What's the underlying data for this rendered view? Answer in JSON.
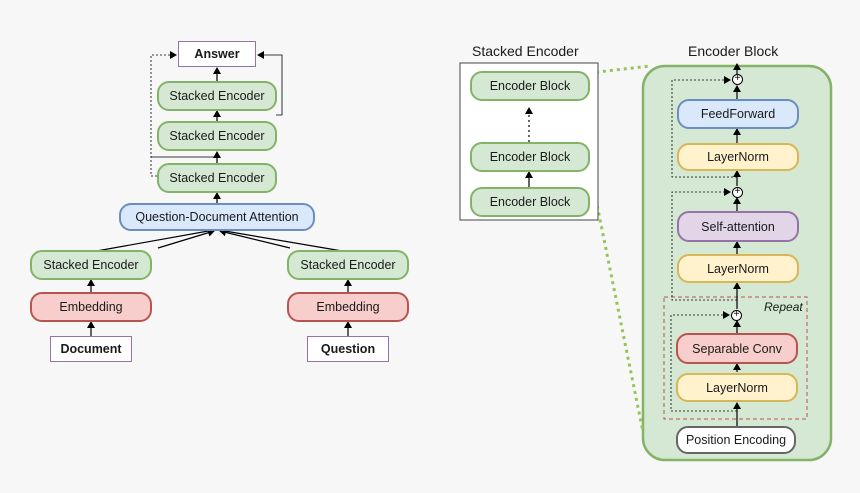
{
  "left": {
    "answer": "Answer",
    "stacked_encoder_top": "Stacked Encoder",
    "stacked_encoder_mid": "Stacked Encoder",
    "stacked_encoder_low": "Stacked Encoder",
    "attention": "Question-Document Attention",
    "doc_encoder": "Stacked Encoder",
    "doc_embedding": "Embedding",
    "document": "Document",
    "q_encoder": "Stacked Encoder",
    "q_embedding": "Embedding",
    "question": "Question"
  },
  "middle": {
    "title": "Stacked Encoder",
    "block_top": "Encoder Block",
    "block_mid": "Encoder Block",
    "block_bottom": "Encoder Block"
  },
  "right": {
    "title": "Encoder Block",
    "feedforward": "FeedForward",
    "layernorm_1": "LayerNorm",
    "self_attention": "Self-attention",
    "layernorm_2": "LayerNorm",
    "repeat": "Repeat",
    "separable_conv": "Separable Conv",
    "layernorm_3": "LayerNorm",
    "position_encoding": "Position Encoding",
    "plus_symbol": "+"
  },
  "colors": {
    "green_fill": "#d5e8d4",
    "green_border": "#82b366",
    "red_fill": "#f8cecc",
    "red_border": "#b85450",
    "blue_fill": "#dae8fc",
    "blue_border": "#6c8ebf",
    "yellow_fill": "#fff2cc",
    "yellow_border": "#d6b656",
    "purple_fill": "#e1d5e7",
    "purple_border": "#9673a6",
    "repeat_border": "#b85450",
    "zoom_dotted": "#97c45a"
  }
}
